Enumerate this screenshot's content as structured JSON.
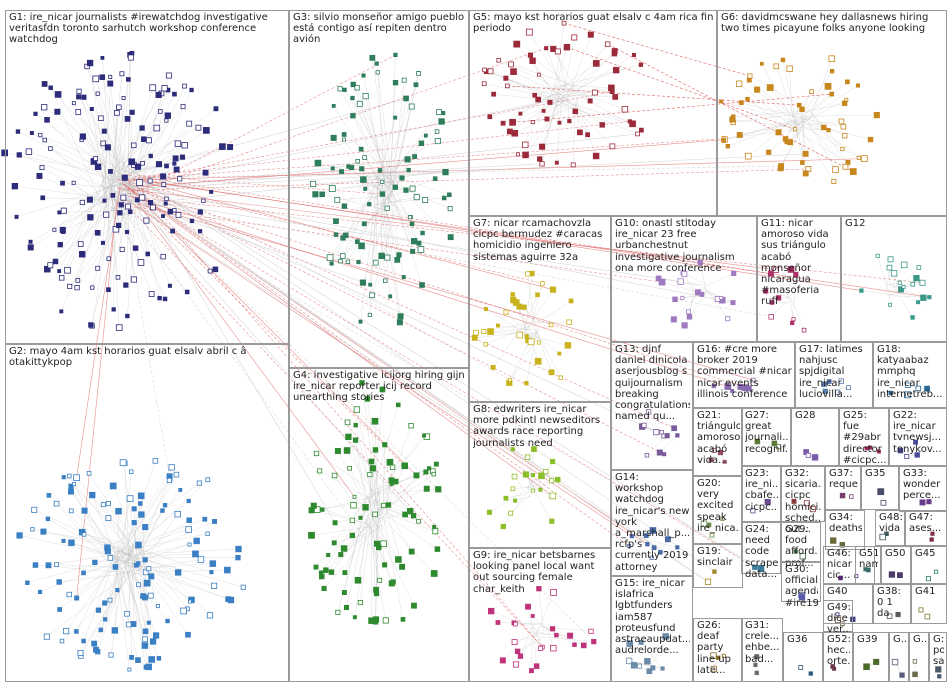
{
  "groups": [
    {
      "id": "G1",
      "label": "G1: ire_nicar journalists #irewatchdog investigative veritasfdn toronto sarhutch workshop conference watchdog",
      "color": "#2c2c7a"
    },
    {
      "id": "G2",
      "label": "G2: mayo 4am kst horarios guat elsalv abril c â otakittykpop",
      "color": "#3b7fc4"
    },
    {
      "id": "G3",
      "label": "G3: silvio monseñor amigo pueblo está contigo así repiten dentro avión",
      "color": "#2e7d5b"
    },
    {
      "id": "G4",
      "label": "G4: investigative icijorg hiring gijn ire_nicar reporter icij record unearthing stories",
      "color": "#2f8a2f"
    },
    {
      "id": "G5",
      "label": "G5: mayo kst horarios guat elsalv c 4am rica fin periodo",
      "color": "#9b2a3a"
    },
    {
      "id": "G6",
      "label": "G6: davidmcswane hey dallasnews hiring two times picayune folks anyone looking",
      "color": "#c8871e"
    },
    {
      "id": "G7",
      "label": "G7: nicar rcamachovzla cicpc bermudez #caracas homicidio ingeniero sistemas aguirre 32a",
      "color": "#c9b21c"
    },
    {
      "id": "G8",
      "label": "G8: edwriters ire_nicar more pdkintl newseditors awards race reporting journalists need",
      "color": "#8bbf2a"
    },
    {
      "id": "G9",
      "label": "G9: ire_nicar betsbarnes looking panel local want out sourcing female char_keith",
      "color": "#c0327a"
    },
    {
      "id": "G10",
      "label": "G10: onastl stltoday ire_nicar 23 free urbanchestnut investigative journalism ona more conference",
      "color": "#a07ac0"
    },
    {
      "id": "G11",
      "label": "G11: nicar amoroso vida sus triángulo acabó monseñor nicaragua #masoferia ruff",
      "color": "#b0306a"
    },
    {
      "id": "G12",
      "label": "G12",
      "color": "#3a9a8a"
    },
    {
      "id": "G13",
      "label": "G13: djnf daniel dinicola aserjousblog s quijournalism breaking congratulations named qu...",
      "color": "#7a5a9a"
    },
    {
      "id": "G14",
      "label": "G14: workshop watchdog ire_nicar's new york a_marshall_p... rcfp's currently 2019 attorney",
      "color": "#4a6aa8"
    },
    {
      "id": "G15",
      "label": "G15: ire_nicar islafrica lgbtfunders iam587 proteusfund astraeaupdat... audrelorde...",
      "color": "#6a8aa8"
    },
    {
      "id": "G16",
      "label": "G16: #cre more broker 2019 commercial #nicar nicar events illinois conference",
      "color": "#8a6ab0"
    },
    {
      "id": "G17",
      "label": "G17: latimes nahjusc spjdigital ire_nicar luciovilla...",
      "color": "#5a7ab0"
    },
    {
      "id": "G18",
      "label": "G18: katyaabaz mmphq ire_nicar internetreb...",
      "color": "#2a6a9a"
    },
    {
      "id": "G19",
      "label": "G19: sinclair",
      "color": "#a08a2a"
    },
    {
      "id": "G20",
      "label": "G20: very excited speak ire_nica...",
      "color": "#6a8a4a"
    },
    {
      "id": "G21",
      "label": "G21: triángulo amoroso acabó vida...",
      "color": "#9a4a6a"
    },
    {
      "id": "G22",
      "label": "G22: ire_nicar tvnewsj... tonykov...",
      "color": "#4a4a9a"
    },
    {
      "id": "G23",
      "label": "G23: ire_ni... cbafe... cicpc...",
      "color": "#6a4a8a"
    },
    {
      "id": "G24",
      "label": "G24: need code scrape data...",
      "color": "#3a7a9a"
    },
    {
      "id": "G25",
      "label": "G25: fue #29abr director #cicpc...",
      "color": "#9a2a5a"
    },
    {
      "id": "G26",
      "label": "G26: deaf party line up late...",
      "color": "#8a6a2a"
    },
    {
      "id": "G27",
      "label": "G27: great journali... recognif...",
      "color": "#5a7a3a"
    },
    {
      "id": "G28",
      "label": "G28",
      "color": "#7a5aaa"
    },
    {
      "id": "G29",
      "label": "G29: food afford... prof...",
      "color": "#3a6a3a"
    },
    {
      "id": "G30",
      "label": "G30: officially agenda #ire19...",
      "color": "#5a5aaa"
    },
    {
      "id": "G31",
      "label": "G31: crele... ehbe... bad...",
      "color": "#6a6a6a"
    },
    {
      "id": "G32",
      "label": "G32: sicaria... cicpc homici... sched... out...",
      "color": "#8a3a3a"
    },
    {
      "id": "G33",
      "label": "G33: wonder perce...",
      "color": "#6a3a8a"
    },
    {
      "id": "G34",
      "label": "G34: deaths...",
      "color": "#6a6a3a"
    },
    {
      "id": "G35",
      "label": "G35",
      "color": "#4a4a6a"
    },
    {
      "id": "G36",
      "label": "G36",
      "color": "#2a5a7a"
    },
    {
      "id": "G37",
      "label": "G37: reque...",
      "color": "#7a3a6a"
    },
    {
      "id": "G38",
      "label": "G38: 0 1 da",
      "color": "#5a5a5a"
    },
    {
      "id": "G39",
      "label": "G39",
      "color": "#4a6a2a"
    },
    {
      "id": "G40",
      "label": "G40",
      "color": "#3a3a7a"
    },
    {
      "id": "G41",
      "label": "G41",
      "color": "#7a7a2a"
    },
    {
      "id": "G45",
      "label": "G45",
      "color": "#2a7a5a"
    },
    {
      "id": "G46",
      "label": "G46: nicar cic...",
      "color": "#5a2a7a"
    },
    {
      "id": "G47",
      "label": "G47: ases...",
      "color": "#7a2a4a"
    },
    {
      "id": "G48",
      "label": "G48: vida",
      "color": "#3a5a5a"
    },
    {
      "id": "G49",
      "label": "G49: dice ver...",
      "color": "#6a5a3a"
    },
    {
      "id": "G50",
      "label": "G50",
      "color": "#4a3a6a"
    },
    {
      "id": "G51",
      "label": "G51: nam...",
      "color": "#3a6a6a"
    },
    {
      "id": "G52",
      "label": "G52: hec... orte...",
      "color": "#6a3a4a"
    },
    {
      "id": "G53",
      "label": "G...",
      "color": "#5a5a7a"
    },
    {
      "id": "G54",
      "label": "G...",
      "color": "#6a6a4a"
    },
    {
      "id": "G55",
      "label": "G: po... sa...",
      "color": "#4a5a6a"
    }
  ]
}
